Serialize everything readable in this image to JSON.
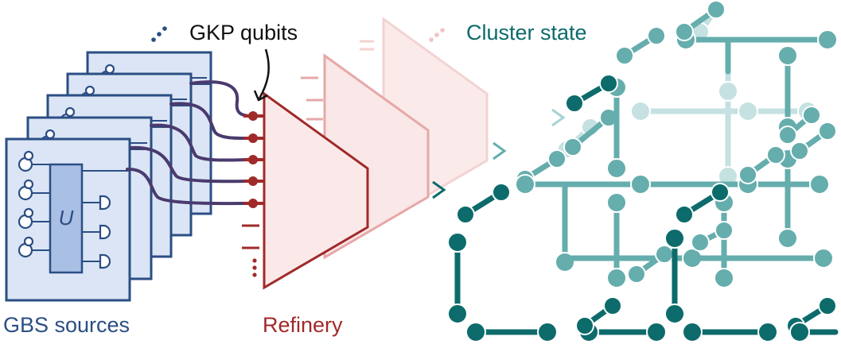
{
  "labels": {
    "gkp_qubits": "GKP qubits",
    "cluster_state": "Cluster state",
    "gbs_sources": "GBS sources",
    "refinery": "Refinery",
    "unitary": "U"
  },
  "colors": {
    "gbs_blue": "#2b4e84",
    "gbs_fill": "#dbe5f5",
    "unitary_fill": "#a9bfe3",
    "refinery_red": "#a02a2a",
    "cluster_dark": "#0d6b6b",
    "cluster_mid": "#66adad",
    "cluster_light": "#c5e1e1",
    "wire_purple": "#4a3a6e"
  },
  "icons": {
    "gbs_ellipsis": "vertical-ellipsis-icon",
    "refinery_ellipsis": "vertical-ellipsis-icon",
    "photon_detector": "detector-icon"
  }
}
